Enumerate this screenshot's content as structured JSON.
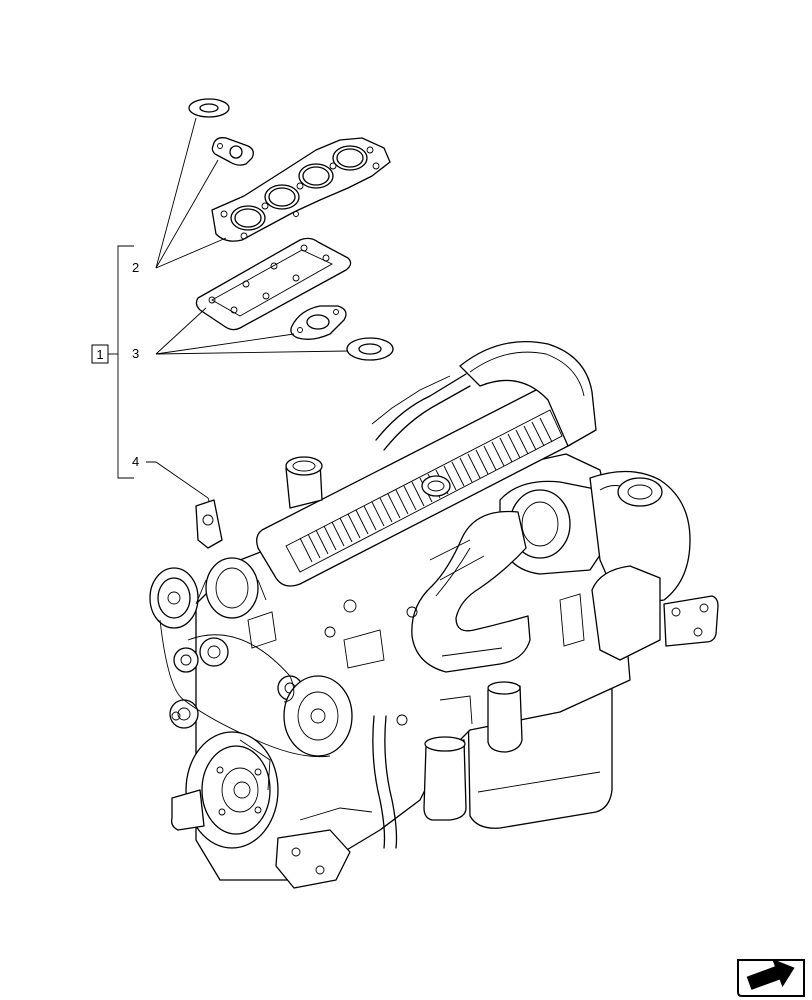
{
  "callouts": {
    "assembly": "1",
    "head_gaskets": "2",
    "manifold_gaskets": "3",
    "engine": "4"
  },
  "icons": {
    "nav": "next-page-arrow-icon"
  }
}
